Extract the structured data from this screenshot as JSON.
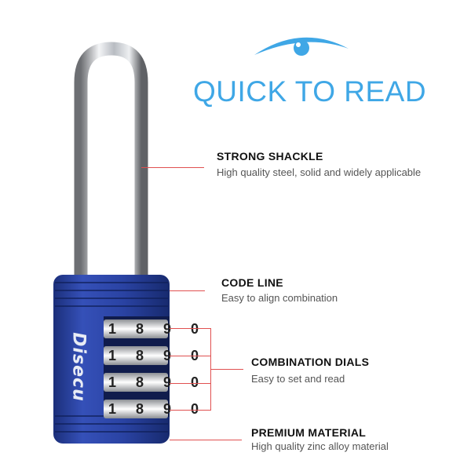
{
  "headline": "QUICK TO READ",
  "brand": "Disecu",
  "dials": [
    "1 8 9 0",
    "1 8 9 0",
    "1 8 9 0",
    "1 8 9 0"
  ],
  "features": [
    {
      "title": "STRONG SHACKLE",
      "desc": "High quality steel, solid and widely applicable"
    },
    {
      "title": "CODE LINE",
      "desc": "Easy to align combination"
    },
    {
      "title": "COMBINATION DIALS",
      "desc": "Easy to set and read"
    },
    {
      "title": "PREMIUM MATERIAL",
      "desc": "High quality zinc alloy material"
    }
  ],
  "colors": {
    "accent": "#3fa7e6",
    "callout_line": "#e05050",
    "lock_body": "#2a43a3"
  },
  "icons": {
    "eye": "eye-icon"
  }
}
